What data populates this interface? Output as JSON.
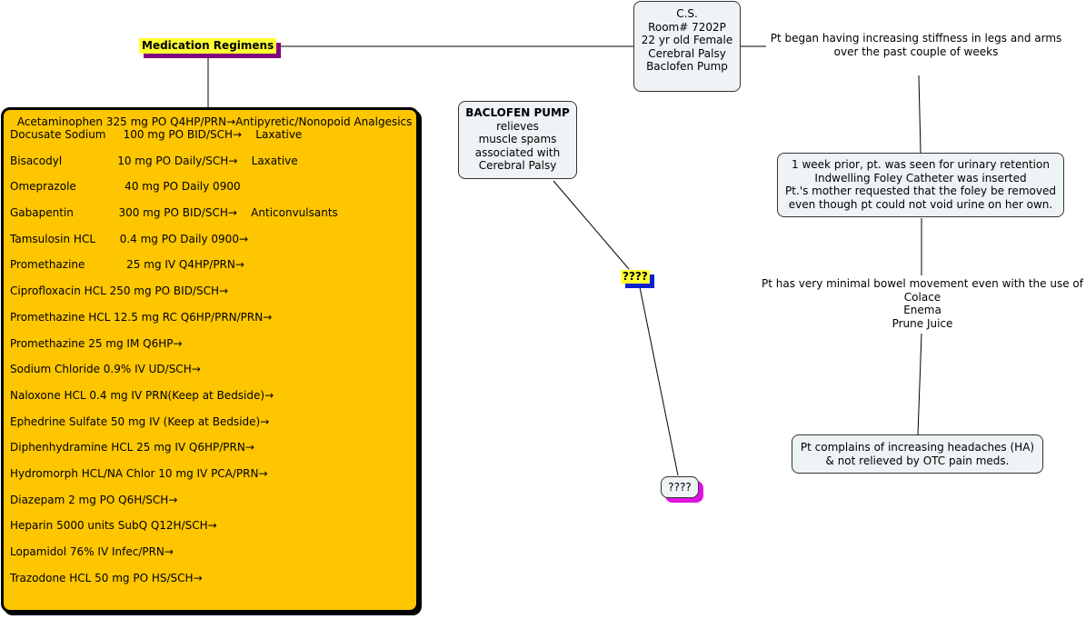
{
  "concept_map": {
    "title_node": {
      "label": "Medication Regimens"
    },
    "patient_node": {
      "lines": [
        "C.S.",
        "Room# 7202P",
        "22 yr old Female",
        "Cerebral Palsy",
        "Baclofen Pump"
      ]
    },
    "stiffness_node": {
      "lines": [
        "Pt began having increasing stiffness in legs and arms",
        "over the past couple of weeks"
      ]
    },
    "urinary_node": {
      "lines": [
        "1 week prior, pt. was seen for urinary retention",
        "Indwelling Foley Catheter was inserted",
        "Pt.'s mother requested that the foley be removed",
        "even though pt could not void urine on her own."
      ]
    },
    "bowel_node": {
      "lines": [
        "Pt has very minimal bowel movement even with the use of",
        "Colace",
        "Enema",
        "Prune Juice"
      ]
    },
    "headache_node": {
      "lines": [
        "Pt complains of increasing headaches (HA)",
        "& not relieved by OTC pain meds."
      ]
    },
    "baclofen_node": {
      "heading": "BACLOFEN PUMP",
      "lines": [
        "relieves",
        "muscle spams",
        "associated with",
        "Cerebral Palsy"
      ]
    },
    "question_label": {
      "label": "????"
    },
    "question_node": {
      "label": "????"
    },
    "medications": {
      "first": " Acetaminophen 325 mg PO Q4HP/PRN→Antipyretic/Nonopoid Analgesics",
      "items": [
        "Docusate Sodium     100 mg PO BID/SCH→    Laxative",
        "Bisacodyl                10 mg PO Daily/SCH→    Laxative",
        "Omeprazole              40 mg PO Daily 0900",
        "Gabapentin             300 mg PO BID/SCH→    Anticonvulsants",
        "Tamsulosin HCL       0.4 mg PO Daily 0900→",
        "Promethazine            25 mg IV Q4HP/PRN→",
        "Ciprofloxacin HCL 250 mg PO BID/SCH→",
        "Promethazine HCL 12.5 mg RC Q6HP/PRN/PRN→",
        "Promethazine 25 mg IM Q6HP→",
        "Sodium Chloride 0.9% IV UD/SCH→",
        "Naloxone HCL 0.4 mg IV PRN(Keep at Bedside)→",
        "Ephedrine Sulfate 50 mg IV (Keep at Bedside)→",
        "Diphenhydramine HCL 25 mg IV Q6HP/PRN→",
        "Hydromorph HCL/NA Chlor 10 mg IV PCA/PRN→",
        "Diazepam 2 mg PO Q6H/SCH→",
        "Heparin 5000 units SubQ Q12H/SCH→",
        "Lopamidol 76% IV Infec/PRN→",
        "Trazodone HCL 50 mg PO HS/SCH→"
      ]
    }
  },
  "colors": {
    "medication_box_fill": "#fec600",
    "label_fill": "#ffff33",
    "title_shadow": "#800080",
    "question_label_shadow": "#0b20d0",
    "question_node_shadow": "#e010e0",
    "node_fill": "#eef3f5"
  }
}
